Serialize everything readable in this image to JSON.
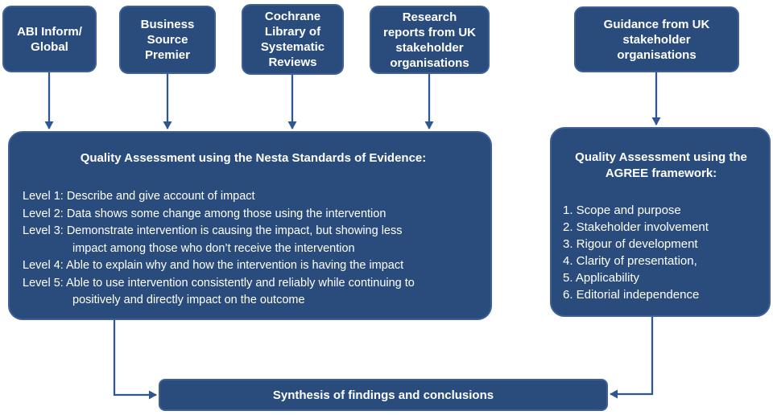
{
  "colors": {
    "box_fill": "#2A4C7C",
    "box_border": "#3E6095",
    "connector": "#2E5693",
    "text": "#FFFFFF",
    "background": "#FFFFFF"
  },
  "sources": [
    "ABI Inform/\nGlobal",
    "Business\nSource\nPremier",
    "Cochrane\nLibrary of\nSystematic\nReviews",
    "Research\nreports from UK\nstakeholder\norganisations",
    "Guidance from UK\nstakeholder\norganisations"
  ],
  "nesta": {
    "title": "Quality Assessment using the Nesta Standards of Evidence:",
    "lines": [
      {
        "text": "Level 1: Describe and give account of impact",
        "indent": false
      },
      {
        "text": "Level 2: Data shows some change among those using the intervention",
        "indent": false
      },
      {
        "text": "Level 3: Demonstrate intervention is causing the impact, but showing  less",
        "indent": false
      },
      {
        "text": "impact among those who don’t receive the intervention",
        "indent": true
      },
      {
        "text": "Level 4: Able to explain why and how the intervention is having the impact",
        "indent": false
      },
      {
        "text": "Level 5: Able to use intervention consistently and reliably while continuing to",
        "indent": false
      },
      {
        "text": "positively and directly impact on the outcome",
        "indent": true
      }
    ]
  },
  "agree": {
    "title": "Quality Assessment using the\nAGREE framework:",
    "items": [
      "1. Scope and purpose",
      "2. Stakeholder involvement",
      "3. Rigour of development",
      "4. Clarity of presentation,",
      "5. Applicability",
      "6. Editorial independence"
    ]
  },
  "synthesis": {
    "label": "Synthesis of findings and conclusions"
  }
}
